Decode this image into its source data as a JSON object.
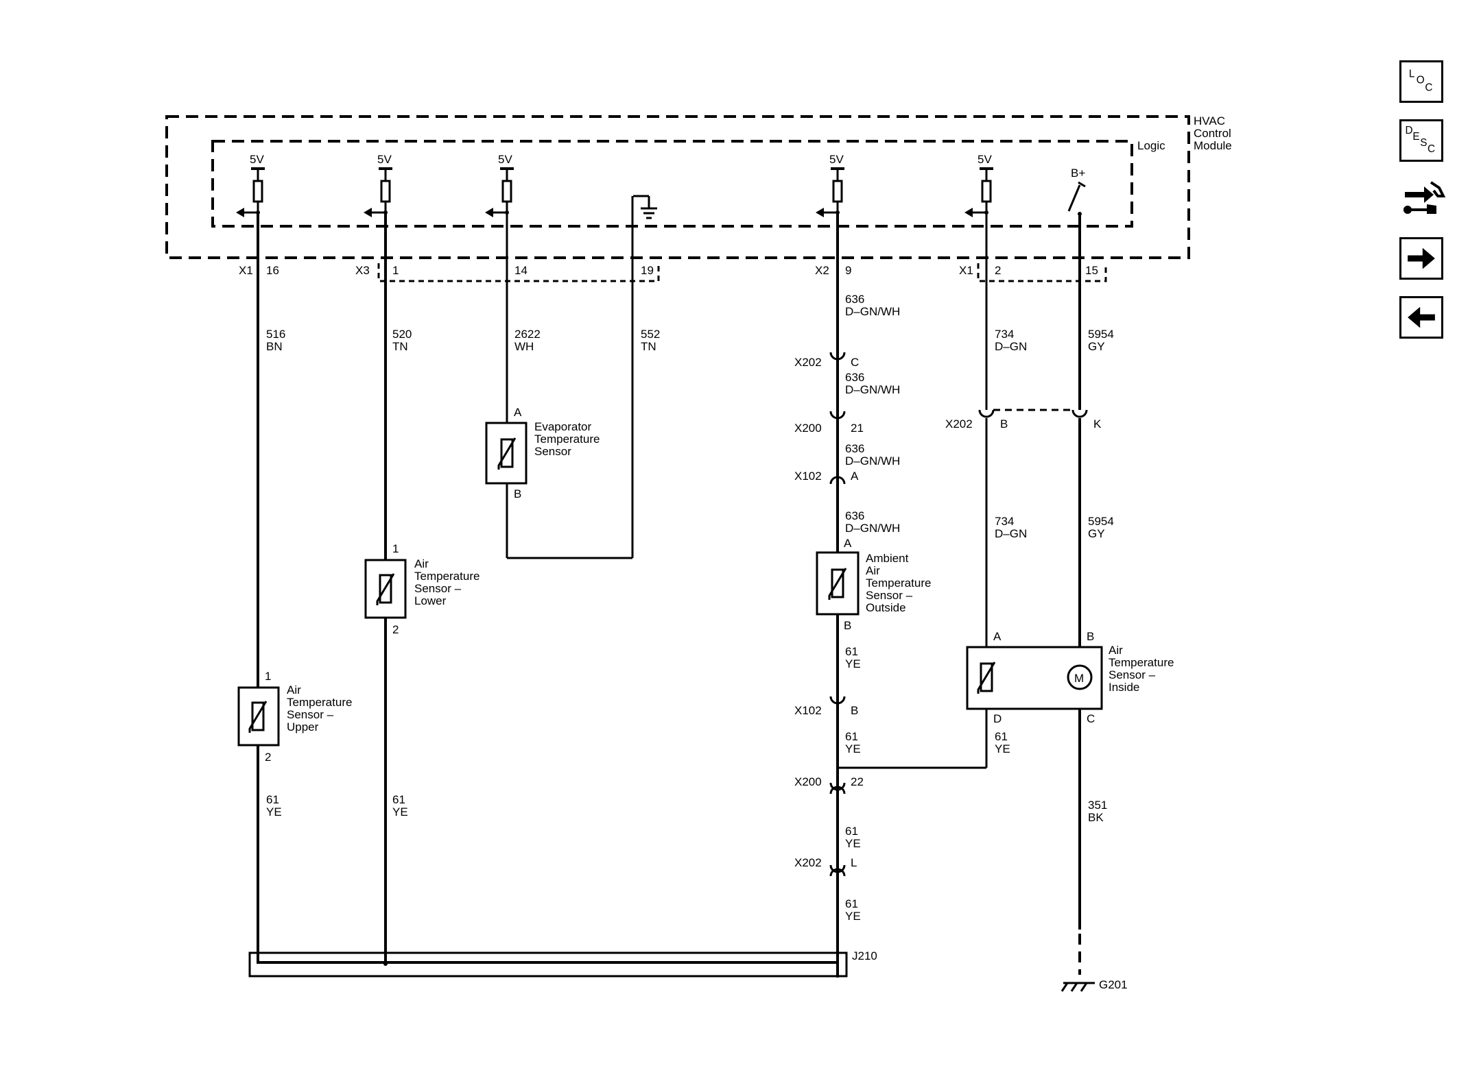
{
  "module": {
    "name_lines": [
      "HVAC",
      "Control",
      "Module"
    ],
    "logic_label": "Logic",
    "ref5v": "5V",
    "bplus": "B+"
  },
  "connectors": {
    "x1": "X1",
    "x1b": "X1",
    "x2": "X2",
    "x3": "X3",
    "x1_pin16": "16",
    "x3_pin1": "1",
    "x3_pin14": "14",
    "x3_pin19": "19",
    "x2_pin9": "9",
    "x1_pin2": "2",
    "x1_pin15": "15"
  },
  "wires": {
    "w516": [
      "516",
      "BN"
    ],
    "w520": [
      "520",
      "TN"
    ],
    "w2622": [
      "2622",
      "WH"
    ],
    "w552": [
      "552",
      "TN"
    ],
    "w636_1": [
      "636",
      "D–GN/WH"
    ],
    "w636_2": [
      "636",
      "D–GN/WH"
    ],
    "w636_3": [
      "636",
      "D–GN/WH"
    ],
    "w636_4": [
      "636",
      "D–GN/WH"
    ],
    "w734_1": [
      "734",
      "D–GN"
    ],
    "w734_2": [
      "734",
      "D–GN"
    ],
    "w5954_1": [
      "5954",
      "GY"
    ],
    "w5954_2": [
      "5954",
      "GY"
    ],
    "w61_upper": [
      "61",
      "YE"
    ],
    "w61_lower": [
      "61",
      "YE"
    ],
    "w61_amb": [
      "61",
      "YE"
    ],
    "w61_b": [
      "61",
      "YE"
    ],
    "w61_inside": [
      "61",
      "YE"
    ],
    "w61_c": [
      "61",
      "YE"
    ],
    "w61_d": [
      "61",
      "YE"
    ],
    "w351": [
      "351",
      "BK"
    ]
  },
  "inline": {
    "x202_c": [
      "X202",
      "C"
    ],
    "x200_21": [
      "X200",
      "21"
    ],
    "x102_a": [
      "X102",
      "A"
    ],
    "x202_b": [
      "X202",
      "B"
    ],
    "x202_k": "K",
    "x102_b": [
      "X102",
      "B"
    ],
    "x200_22": [
      "X200",
      "22"
    ],
    "x202_l": [
      "X202",
      "L"
    ]
  },
  "components": {
    "evap": {
      "lines": [
        "Evaporator",
        "Temperature",
        "Sensor"
      ],
      "pinA": "A",
      "pinB": "B"
    },
    "lower": {
      "lines": [
        "Air",
        "Temperature",
        "Sensor –",
        "Lower"
      ],
      "pin1": "1",
      "pin2": "2"
    },
    "upper": {
      "lines": [
        "Air",
        "Temperature",
        "Sensor –",
        "Upper"
      ],
      "pin1": "1",
      "pin2": "2"
    },
    "ambient": {
      "lines": [
        "Ambient",
        "Air",
        "Temperature",
        "Sensor –",
        "Outside"
      ],
      "pinA": "A",
      "pinB": "B"
    },
    "inside": {
      "lines": [
        "Air",
        "Temperature",
        "Sensor –",
        "Inside"
      ],
      "pinA": "A",
      "pinB": "B",
      "pinC": "C",
      "pinD": "D",
      "motor": "M"
    }
  },
  "splice": "J210",
  "ground": "G201",
  "nav": {
    "loc": [
      "L",
      "O",
      "C"
    ],
    "desc": [
      "D",
      "E",
      "S",
      "C"
    ],
    "icons": [
      "connector-tool-icon",
      "next-arrow-icon",
      "previous-arrow-icon"
    ]
  }
}
